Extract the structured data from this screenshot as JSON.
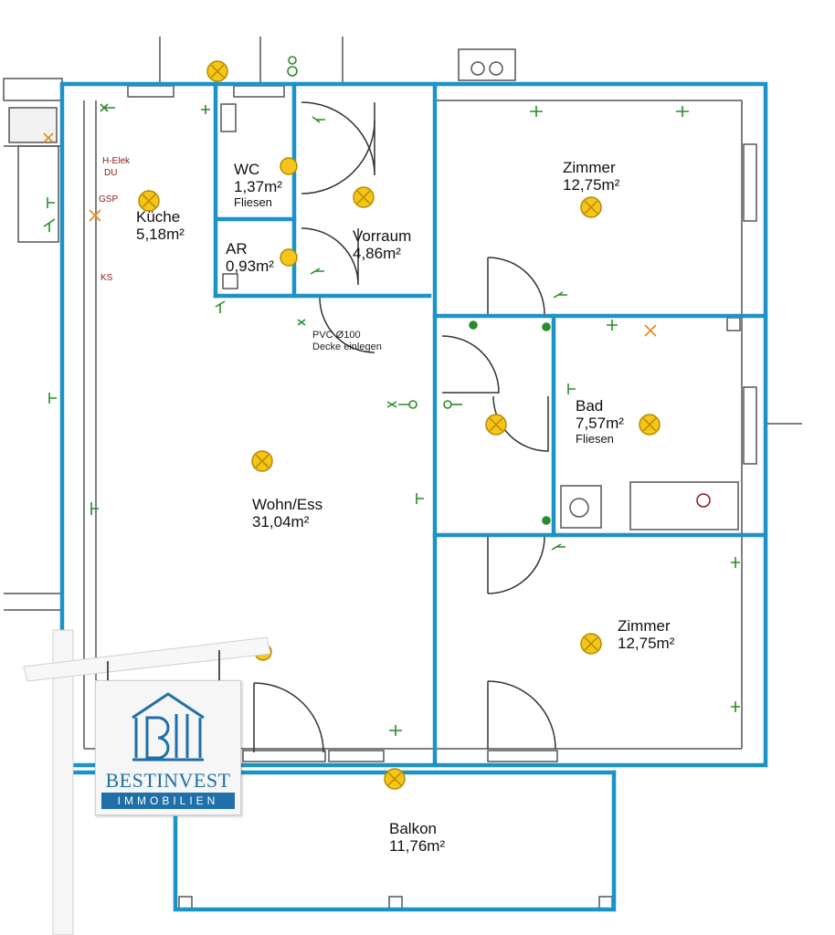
{
  "colors": {
    "wall_overlay": "#1b93c6",
    "wall_base": "#555555",
    "lamp_fill": "#f5c518",
    "socket": "#2a8c2a",
    "elec_label": "#8b1a1a",
    "brand_blue": "#1f6fa8"
  },
  "rooms": {
    "kueche": {
      "name": "Küche",
      "area": "5,18m²"
    },
    "wc": {
      "name": "WC",
      "area": "1,37m²",
      "finish": "Fliesen"
    },
    "ar": {
      "name": "AR",
      "area": "0,93m²"
    },
    "vorraum": {
      "name": "Vorraum",
      "area": "4,86m²"
    },
    "zimmer_top": {
      "name": "Zimmer",
      "area": "12,75m²"
    },
    "bad": {
      "name": "Bad",
      "area": "7,57m²",
      "finish": "Fliesen"
    },
    "wohn": {
      "name": "Wohn/Ess",
      "area": "31,04m²"
    },
    "zimmer_bottom": {
      "name": "Zimmer",
      "area": "12,75m²"
    },
    "balkon": {
      "name": "Balkon",
      "area": "11,76m²"
    }
  },
  "electrical_labels": {
    "h_elek": "H-Elek",
    "du": "DU",
    "gsp": "GSP",
    "ks": "KS"
  },
  "notes": {
    "pvc_line1": "PVC Ø100",
    "pvc_line2": "Decke einlegen"
  },
  "sign": {
    "logo_icon": "house-logo-icon",
    "brand_line1": "BESTINVEST",
    "brand_line2": "IMMOBILIEN"
  }
}
